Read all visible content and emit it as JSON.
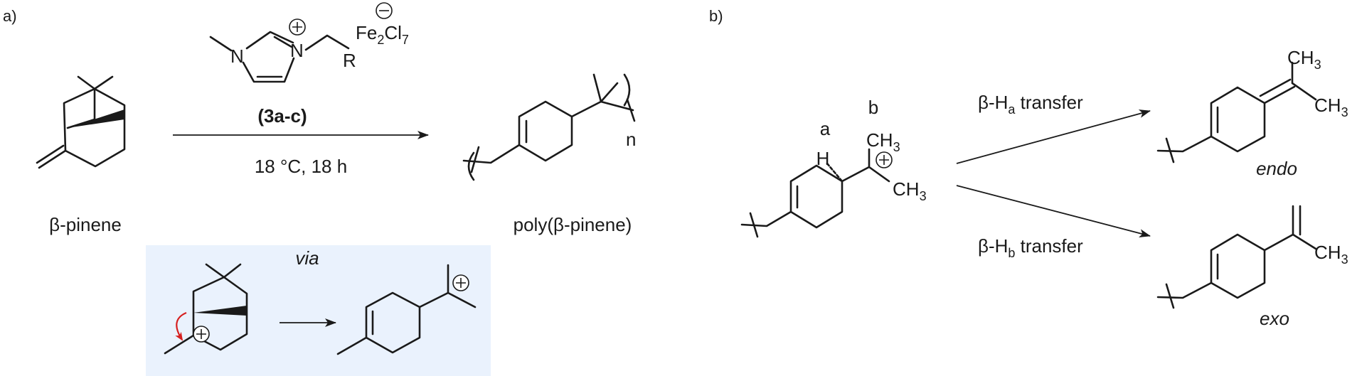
{
  "panels": {
    "a": "a)",
    "b": "b)"
  },
  "scheme_a": {
    "reactant_label": "β-pinene",
    "product_label": "poly(β-pinene)",
    "catalyst_label": "(3a-c)",
    "conditions": "18 °C, 18 h",
    "catalyst_atoms": {
      "n1": "N",
      "n2": "N",
      "r": "R",
      "anion_fe": "Fe",
      "anion_fe_sub": "2",
      "anion_cl": "Cl",
      "anion_cl_sub": "7"
    },
    "repeat_index": "n",
    "via_label": "via",
    "via_box_color": "#eaf2fd"
  },
  "scheme_b": {
    "site_a": "a",
    "site_b": "b",
    "h_atom": "H",
    "ch3_top": "CH",
    "ch3_top_sub": "3",
    "ch3_bottom": "CH",
    "ch3_bottom_sub": "3",
    "upper_arrow": {
      "prefix": "β-H",
      "sub": "a",
      "suffix": " transfer"
    },
    "lower_arrow": {
      "prefix": "β-H",
      "sub": "b",
      "suffix": " transfer"
    },
    "endo_label": "endo",
    "exo_label": "exo",
    "endo_ch3_top": "CH",
    "endo_ch3_top_sub": "3",
    "endo_ch3_bottom": "CH",
    "endo_ch3_bottom_sub": "3",
    "exo_ch3": "CH",
    "exo_ch3_sub": "3"
  },
  "colors": {
    "curved_arrow": "#d62020",
    "ink": "#1a1a1a"
  }
}
